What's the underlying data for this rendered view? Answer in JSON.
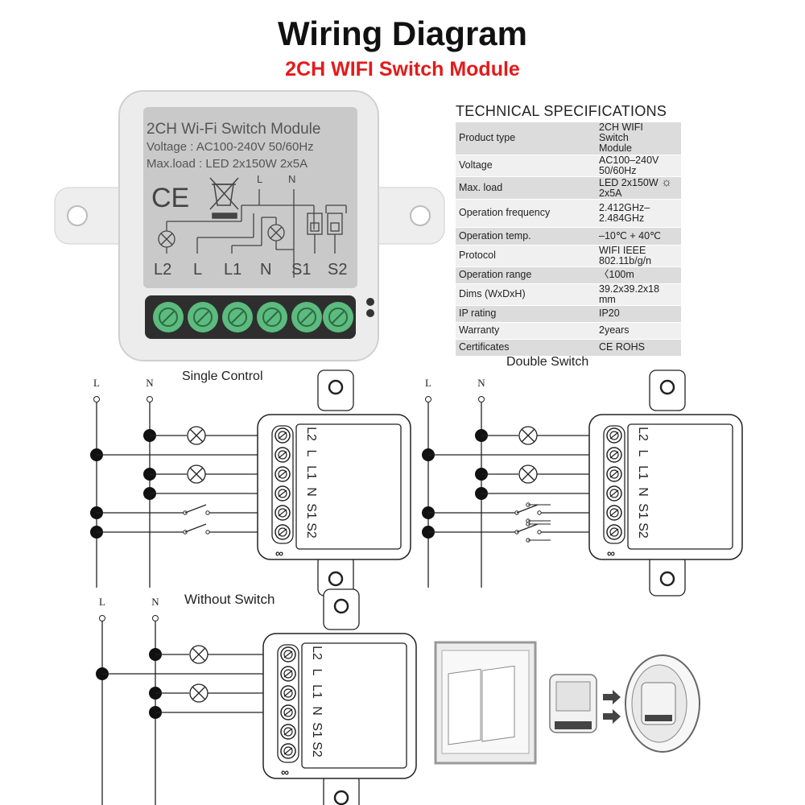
{
  "header": {
    "title": "Wiring Diagram",
    "subtitle": "2CH WIFI Switch Module"
  },
  "module": {
    "label_title": "2CH Wi-Fi Switch Module",
    "label_voltage": "Voltage : AC100-240V 50/60Hz",
    "label_maxload": "Max.load : LED 2x150W   2x5A",
    "ce_mark": "CE",
    "wire_L": "L",
    "wire_N": "N",
    "terminals": [
      "L2",
      "L",
      "L1",
      "N",
      "S1",
      "S2"
    ]
  },
  "specs": {
    "heading": "TECHNICAL SPECIFICATIONS",
    "rows": [
      {
        "key": "Product type",
        "value": "2CH WIFI Switch Module"
      },
      {
        "key": "Voltage",
        "value": "AC100–240V 50/60Hz"
      },
      {
        "key": "Max. load",
        "value": "LED 2x150W",
        "value_suffix": "2x5A",
        "icon": "sun-icon"
      },
      {
        "key": "Operation frequency",
        "value": "2.412GHz–2.484GHz"
      },
      {
        "key": "Operation temp.",
        "value": "–10℃ + 40℃"
      },
      {
        "key": "Protocol",
        "value": "WIFI  IEEE 802.11b/g/n"
      },
      {
        "key": "Operation range",
        "value": "〈100m"
      },
      {
        "key": "Dims (WxDxH)",
        "value": "39.2x39.2x18 mm"
      },
      {
        "key": "IP rating",
        "value": "IP20"
      },
      {
        "key": "Warranty",
        "value": "2years"
      },
      {
        "key": "Certificates",
        "value": "CE ROHS"
      }
    ]
  },
  "diagrams": {
    "single_control": "Single Control",
    "double_switch": "Double Switch",
    "without_switch": "Without Switch",
    "line_L": "L",
    "line_N": "N",
    "terminal_labels": [
      "L2",
      "L",
      "L1",
      "N",
      "S1",
      "S2"
    ],
    "infinity": "∞"
  },
  "colors": {
    "title_red": "#e31b1b",
    "terminal_green": "#5cbb7e",
    "module_grey": "#e6e6e6"
  }
}
